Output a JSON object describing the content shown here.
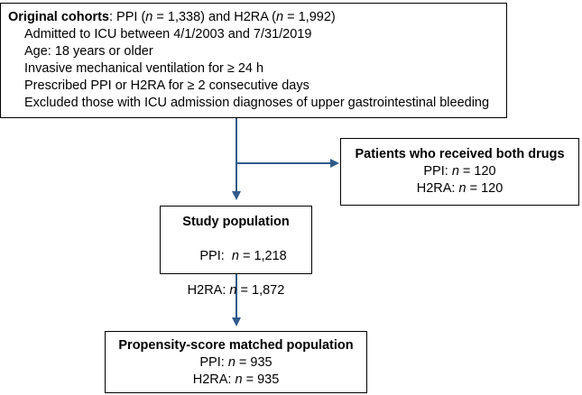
{
  "original_cohorts": {
    "title": "Original cohorts",
    "title_rest": ": PPI (",
    "ppi_n_var": "n",
    "ppi_n_value": " = 1,338) and H2RA (",
    "h2ra_n_var": "n",
    "h2ra_n_value": " = 1,992)",
    "criteria": [
      "Admitted to ICU between 4/1/2003 and 7/31/2019",
      "Age: 18 years or older",
      "Invasive mechanical ventilation for ≥ 24 h",
      "Prescribed PPI or H2RA for ≥ 2 consecutive days",
      "Excluded those with ICU admission diagnoses of upper gastrointestinal bleeding"
    ]
  },
  "excluded_both_drugs": {
    "title": "Patients who received both drugs",
    "rows": [
      {
        "label": "PPI: ",
        "var": "n",
        "value": " = 120"
      },
      {
        "label": "H2RA: ",
        "var": "n",
        "value": " = 120"
      }
    ]
  },
  "study_population": {
    "title": "Study population",
    "rows": [
      {
        "label": "PPI:  ",
        "var": "n",
        "value": " = 1,218"
      },
      {
        "label": "H2RA: ",
        "var": "n",
        "value": " = 1,872"
      }
    ]
  },
  "matched_population": {
    "title": "Propensity-score matched population",
    "rows": [
      {
        "label": "PPI: ",
        "var": "n",
        "value": " = 935"
      },
      {
        "label": "H2RA: ",
        "var": "n",
        "value": " = 935"
      }
    ]
  },
  "colors": {
    "arrow": "#2f5a8a",
    "border": "#000000"
  }
}
